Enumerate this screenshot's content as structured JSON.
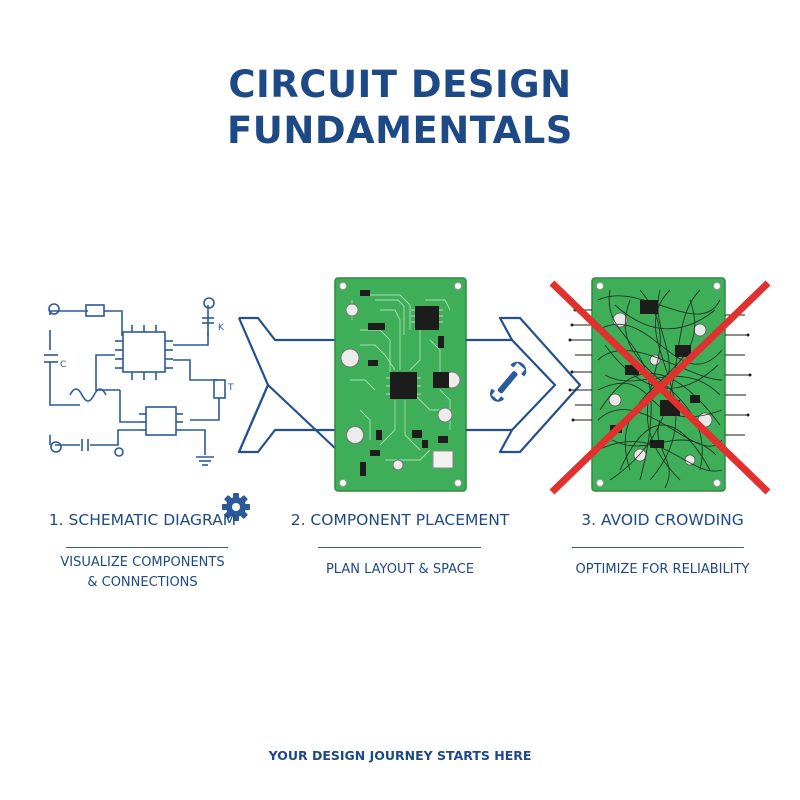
{
  "title": {
    "line1": "CIRCUIT DESIGN",
    "line2": "FUNDAMENTALS"
  },
  "steps": [
    {
      "title": "1. SCHEMATIC DIAGRAM",
      "desc_line1": "VISUALIZE COMPONENTS",
      "desc_line2": "& CONNECTIONS",
      "icon": "gear-icon"
    },
    {
      "title": "2. COMPONENT PLACEMENT",
      "desc_line1": "PLAN LAYOUT & SPACE",
      "icon": "wrench-icon"
    },
    {
      "title": "3. AVOID CROWDING",
      "desc_line1": "OPTIMIZE FOR RELIABILITY",
      "icon": "x-mark-icon"
    }
  ],
  "schematic_labels": {
    "k": "K",
    "t": "T",
    "c": "C"
  },
  "footer": "YOUR DESIGN JOURNEY STARTS HERE",
  "colors": {
    "navy": "#1d4a86",
    "pcb_green": "#3fae58",
    "trace_light": "#9ed9a8",
    "chip": "#1c1c1c",
    "cross_red": "#e0312e"
  }
}
